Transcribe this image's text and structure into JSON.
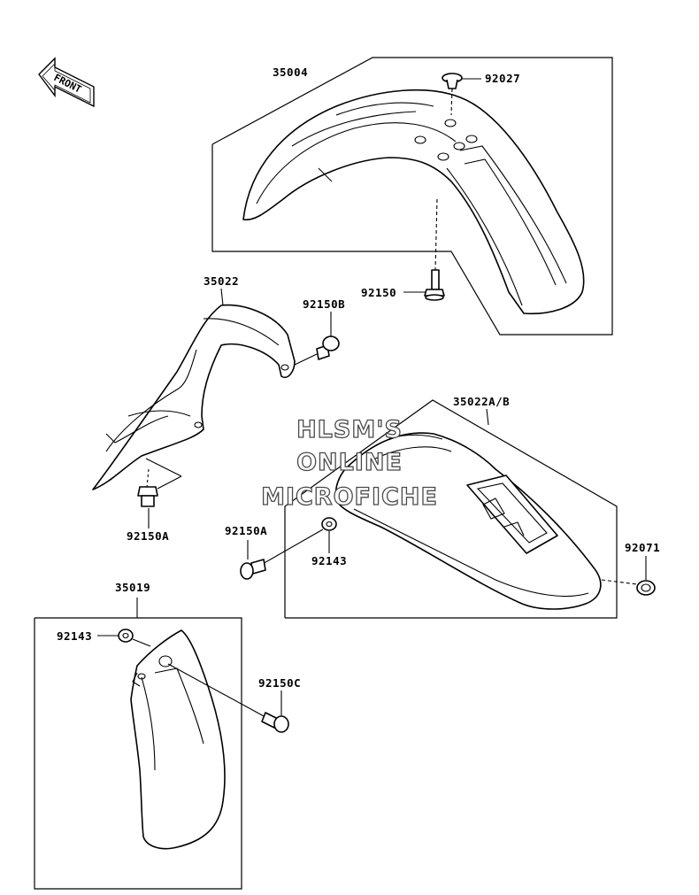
{
  "diagram": {
    "front_badge": "FRONT",
    "labels": {
      "p35004": "35004",
      "p92027": "92027",
      "p92150": "92150",
      "p35022": "35022",
      "p92150B": "92150B",
      "p35022AB": "35022A/B",
      "p92150A_upper": "92150A",
      "p92150A_lower": "92150A",
      "p92143_mid": "92143",
      "p92071": "92071",
      "p35019": "35019",
      "p92143_low": "92143",
      "p92150C": "92150C"
    },
    "watermark": {
      "line1": "HLSM'S",
      "line2": "ONLINE",
      "line3": "MICROFICHE"
    }
  }
}
